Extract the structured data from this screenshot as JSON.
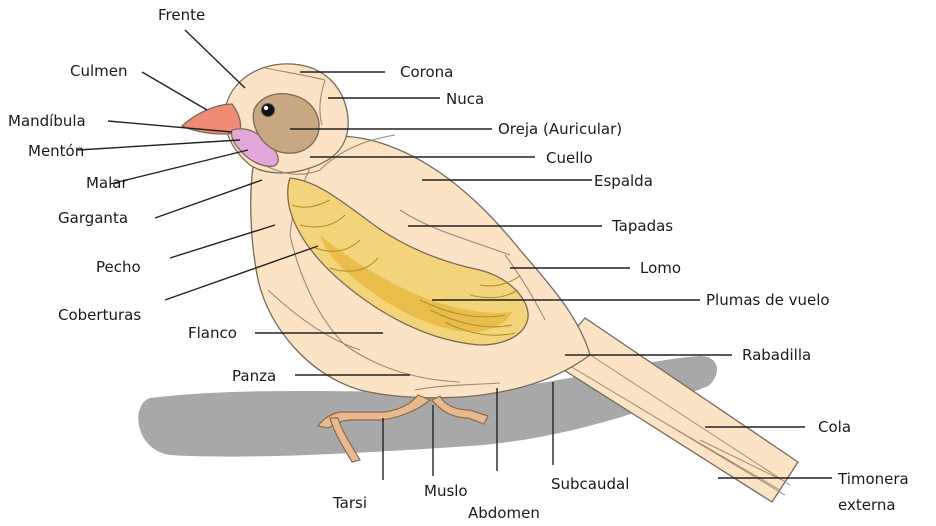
{
  "diagram": {
    "labels": {
      "frente": "Frente",
      "culmen": "Culmen",
      "mandibula": "Mandíbula",
      "menton": "Mentón",
      "malar": "Malar",
      "garganta": "Garganta",
      "pecho": "Pecho",
      "coberturas": "Coberturas",
      "flanco": "Flanco",
      "panza": "Panza",
      "tarsi": "Tarsi",
      "muslo": "Muslo",
      "abdomen": "Abdomen",
      "subcaudal": "Subcaudal",
      "corona": "Corona",
      "nuca": "Nuca",
      "oreja": "Oreja (Auricular)",
      "cuello": "Cuello",
      "espalda": "Espalda",
      "tapadas": "Tapadas",
      "lomo": "Lomo",
      "plumas_vuelo": "Plumas de vuelo",
      "rabadilla": "Rabadilla",
      "cola": "Cola",
      "timonera_1": "Timonera",
      "timonera_2": "externa"
    },
    "colors": {
      "body": "#fbe3c6",
      "wing": "#f3d47a",
      "wing_stripe": "#e9bd4a",
      "beak": "#f08b74",
      "throat_patch": "#e3a6d8",
      "ear_patch": "#c8a880",
      "branch": "#a8a8a8",
      "feet": "#e8b890"
    }
  }
}
